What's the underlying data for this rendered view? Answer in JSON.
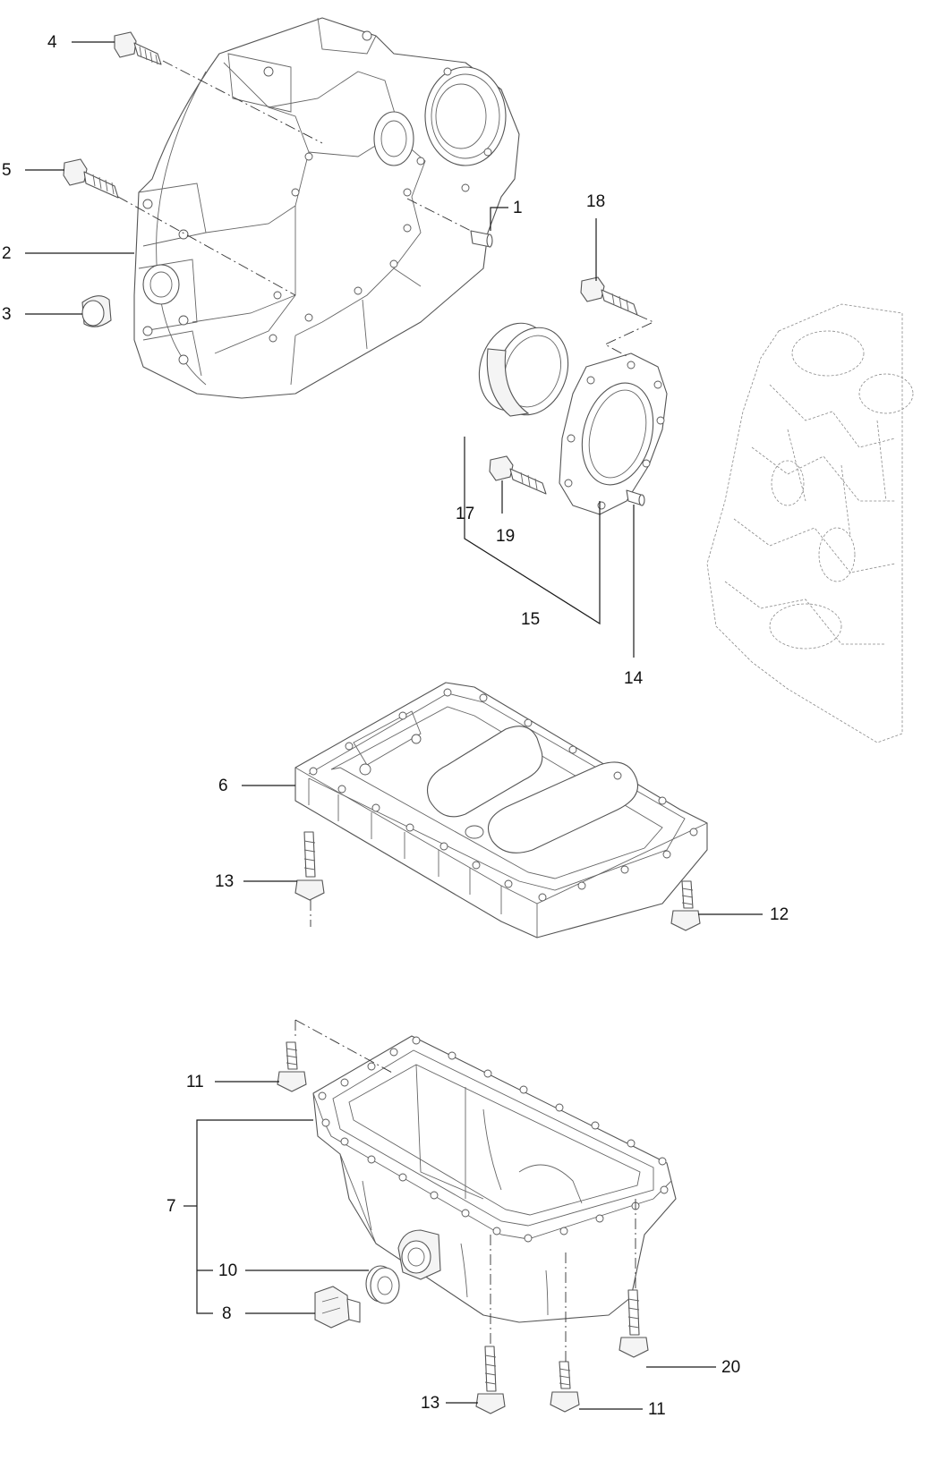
{
  "colors": {
    "line": "#555555",
    "leader": "#1a1a1a",
    "text": "#111111",
    "background": "#ffffff"
  },
  "callouts": {
    "c1": "1",
    "c2": "2",
    "c3": "3",
    "c4": "4",
    "c5": "5",
    "c6": "6",
    "c7": "7",
    "c8": "8",
    "c10": "10",
    "c11_upper": "11",
    "c11_lower": "11",
    "c12": "12",
    "c13_upper": "13",
    "c13_lower": "13",
    "c14": "14",
    "c15": "15",
    "c17": "17",
    "c18": "18",
    "c19": "19",
    "c20": "20"
  }
}
